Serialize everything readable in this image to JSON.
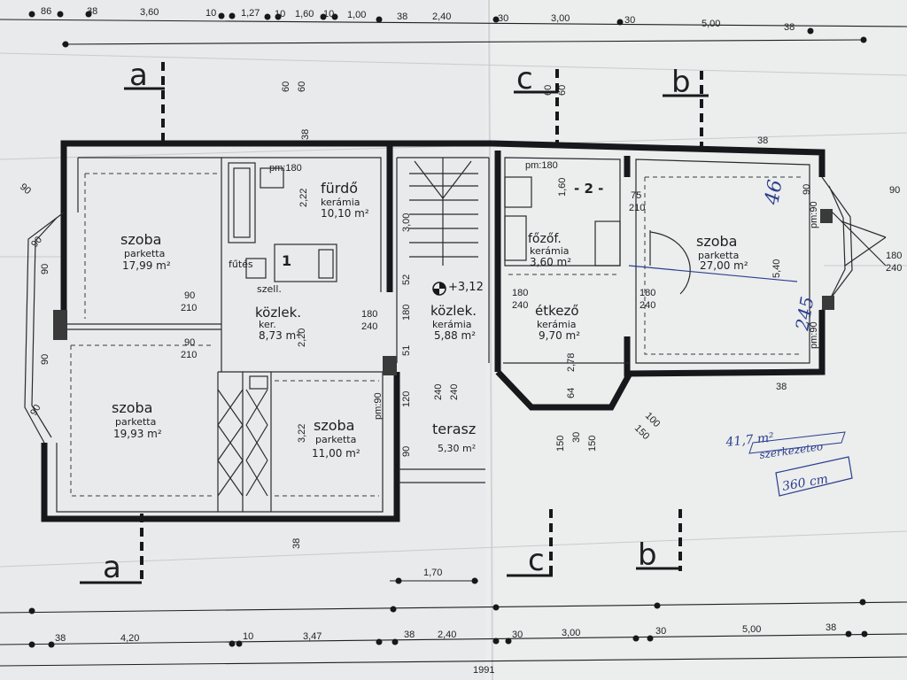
{
  "rooms": {
    "szoba_nw": {
      "name": "szoba",
      "floor": "parketta",
      "area": "17,99 m²"
    },
    "szoba_sw": {
      "name": "szoba",
      "floor": "parketta",
      "area": "19,93 m²"
    },
    "szoba_mid": {
      "name": "szoba",
      "floor": "parketta",
      "area": "11,00 m²"
    },
    "szoba_e": {
      "name": "szoba",
      "floor": "parketta",
      "area": "27,00 m²"
    },
    "furdo": {
      "name": "fürdő",
      "floor": "kerámia",
      "area": "10,10 m²"
    },
    "kozlek1": {
      "name": "közlek.",
      "floor": "ker.",
      "area": "8,73 m²"
    },
    "kozlek2": {
      "name": "közlek.",
      "floor": "kerámia",
      "area": "5,88 m²"
    },
    "fozo": {
      "name": "főzőf.",
      "floor": "kerámia",
      "area": "3,60 m²"
    },
    "etkezo": {
      "name": "étkező",
      "floor": "kerámia",
      "area": "9,70 m²"
    },
    "terasz": {
      "name": "terasz",
      "area": "5,30 m²"
    },
    "futes": {
      "name": "fűtés"
    },
    "szell": {
      "name": "szell."
    }
  },
  "markers": {
    "unit1": "1",
    "unit2": "- 2 -",
    "level": "+3,12"
  },
  "sections": {
    "a": "a",
    "b": "b",
    "c": "c"
  },
  "top_dims": [
    "86",
    "38",
    "3,60",
    "10",
    "1,27",
    "10",
    "1,60",
    "10",
    "1,00",
    "38",
    "2,40",
    "30",
    "3,00",
    "30",
    "5,00",
    "38"
  ],
  "bottom_dims": [
    "38",
    "4,20",
    "10",
    "3,47",
    "38",
    "2,40",
    "30",
    "3,00",
    "30",
    "5,00",
    "38"
  ],
  "bottom_extra": {
    "d170": "1,70",
    "d1991": "1991"
  },
  "left_dims": [
    "90",
    "90",
    "90",
    "90",
    "90"
  ],
  "right_dims": [
    "90",
    "90",
    "180",
    "240",
    "5,40"
  ],
  "openings": {
    "o60a": "60",
    "o60b": "60",
    "o60c": "60",
    "o60d": "60",
    "o38a": "38",
    "o38b": "38",
    "o38c": "38",
    "o38d": "38",
    "pm180a": "pm:180",
    "pm180b": "pm:180",
    "o90_210a": "90",
    "o90_210a2": "210",
    "o90_210b": "90",
    "o90_210b2": "210",
    "o75": "75",
    "o210a": "210",
    "o180_240a": "180",
    "o180_240a2": "240",
    "o180_240b": "180",
    "o180_240b2": "240",
    "o180_240c": "180",
    "o180_240c2": "240",
    "o300": "3,00",
    "o52": "52",
    "o180": "180",
    "o51": "51",
    "o120": "120",
    "o90": "90",
    "o240a": "240",
    "o240b": "240",
    "o278": "2,78",
    "o64": "64",
    "o150a": "150",
    "o30": "30",
    "o150b": "150",
    "o100": "100",
    "o150c": "150",
    "o322": "3,22",
    "o220": "2,20",
    "o222": "2,22",
    "o160": "1,60",
    "pm90a": "pm:90",
    "pm90b": "pm:90",
    "pm90c": "pm:90"
  },
  "handwritten": {
    "area_total": "41,7 m²",
    "note": "szerkezeteo",
    "rooms": "360 cm",
    "vert1": "46",
    "vert2": "245"
  }
}
